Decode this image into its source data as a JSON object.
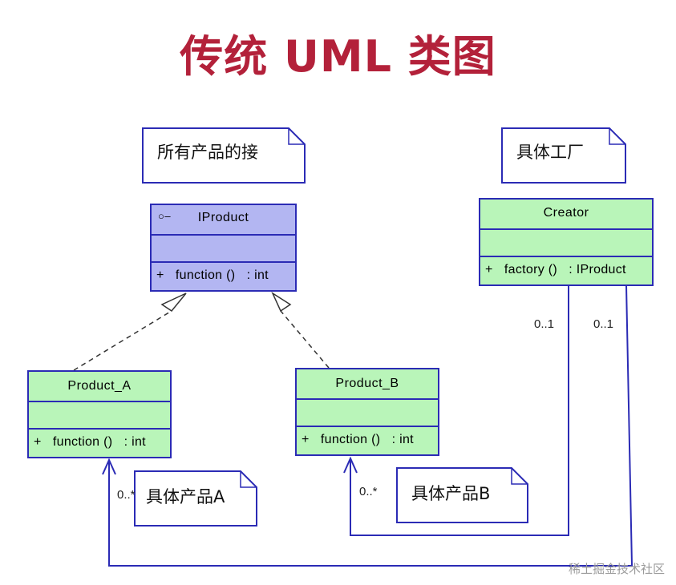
{
  "title": "传统 UML 类图",
  "colors": {
    "title": "#b3213a",
    "border": "#2b2bb5",
    "class_fill": "#b9f5b9",
    "interface_fill": "#b3b6f2",
    "line": "#2b2bb5",
    "dashed": "#333333"
  },
  "notes": {
    "interface_note": "所有产品的接",
    "factory_note": "具体工厂",
    "product_a_note": "具体产品A",
    "product_b_note": "具体产品B"
  },
  "classes": {
    "iproduct": {
      "name": "IProduct",
      "icon": "interface-lollipop-icon",
      "operation": {
        "visibility": "+",
        "name": "function ()",
        "type": ": int"
      }
    },
    "creator": {
      "name": "Creator",
      "operation": {
        "visibility": "+",
        "name": "factory ()",
        "type": ": IProduct"
      }
    },
    "product_a": {
      "name": "Product_A",
      "operation": {
        "visibility": "+",
        "name": "function ()",
        "type": ": int"
      }
    },
    "product_b": {
      "name": "Product_B",
      "operation": {
        "visibility": "+",
        "name": "function ()",
        "type": ": int"
      }
    }
  },
  "multiplicities": {
    "creator_left": "0..1",
    "creator_right": "0..1",
    "product_a_end": "0..*",
    "product_b_end": "0..*"
  },
  "watermark": "稀土掘金技术社区"
}
